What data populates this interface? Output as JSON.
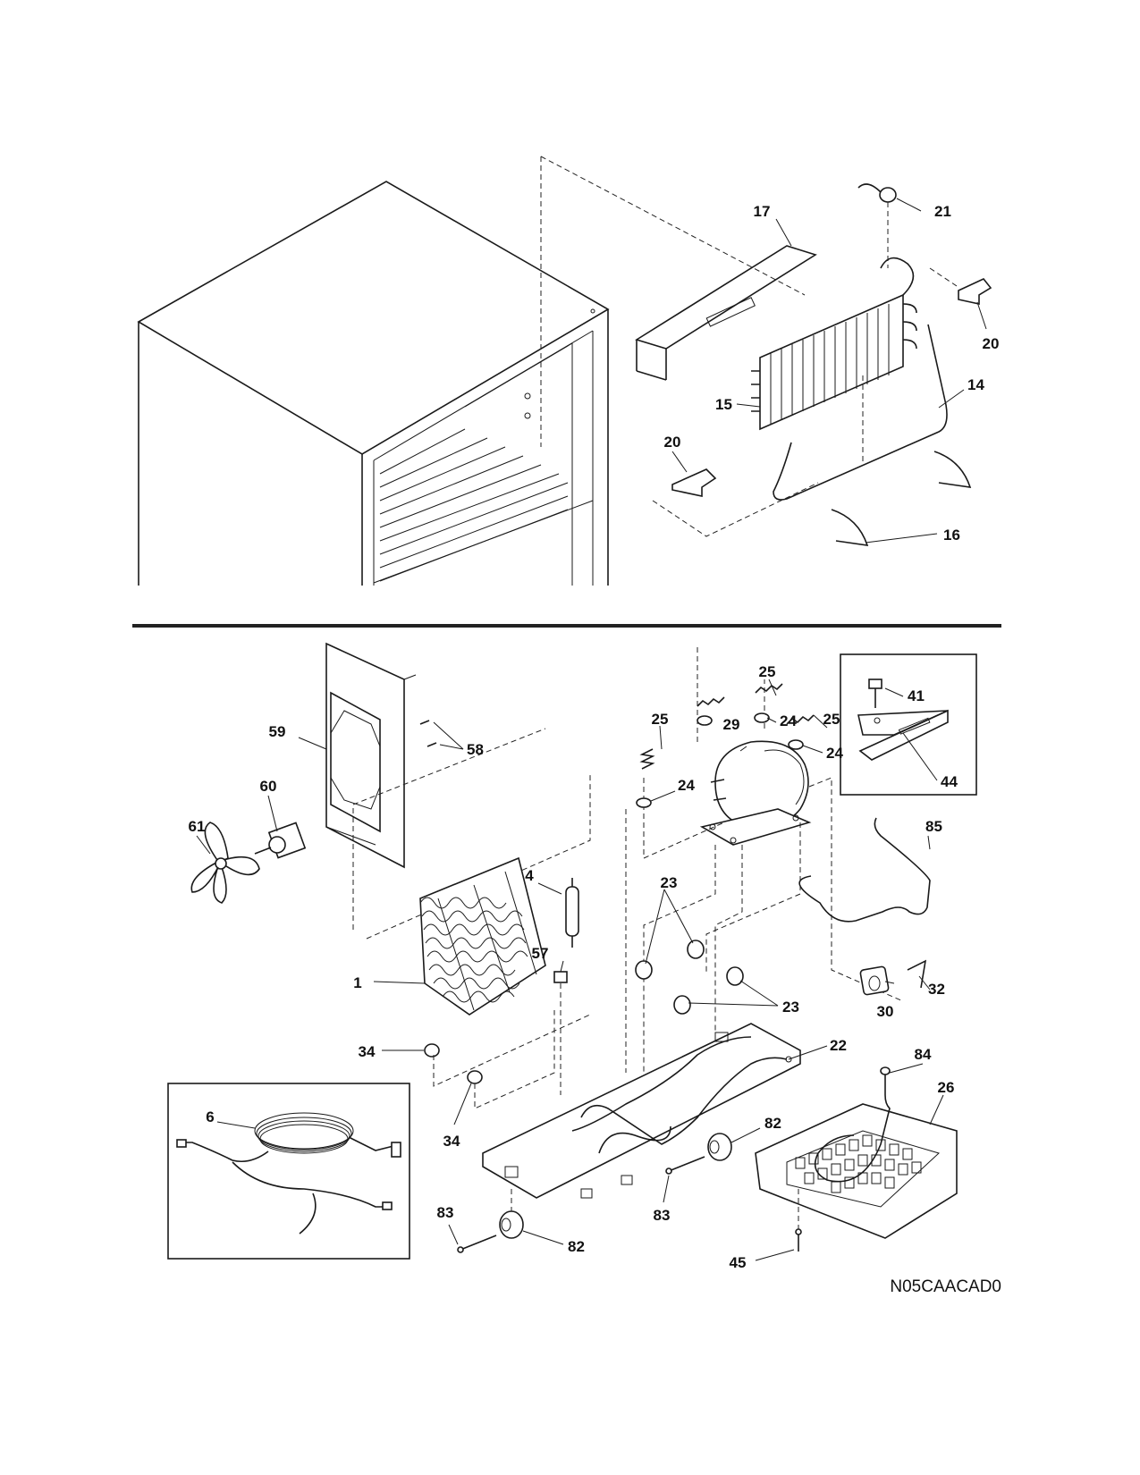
{
  "diagram_code": "N05CAACAD0",
  "callouts": {
    "c1": "1",
    "c4": "4",
    "c6": "6",
    "c14": "14",
    "c15": "15",
    "c16": "16",
    "c17": "17",
    "c20a": "20",
    "c20b": "20",
    "c21": "21",
    "c22": "22",
    "c23a": "23",
    "c23b": "23",
    "c24a": "24",
    "c24b": "24",
    "c24c": "24",
    "c25a": "25",
    "c25b": "25",
    "c25c": "25",
    "c26": "26",
    "c29": "29",
    "c30": "30",
    "c32": "32",
    "c34a": "34",
    "c34b": "34",
    "c41": "41",
    "c44": "44",
    "c45": "45",
    "c57": "57",
    "c58": "58",
    "c59": "59",
    "c60": "60",
    "c61": "61",
    "c82a": "82",
    "c82b": "82",
    "c83a": "83",
    "c83b": "83",
    "c84": "84",
    "c85": "85"
  }
}
